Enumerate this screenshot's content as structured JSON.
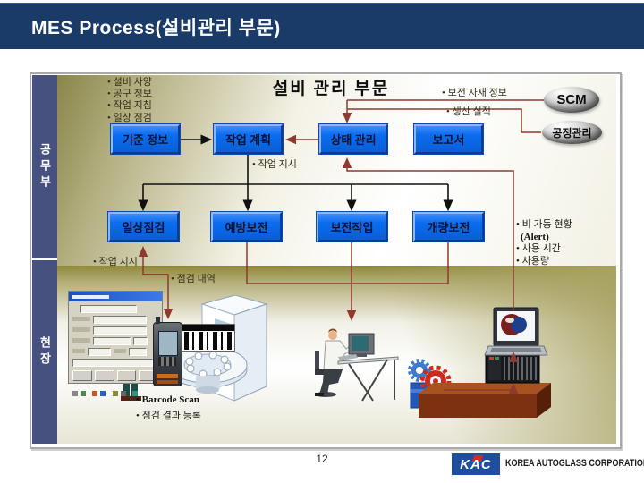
{
  "slide": {
    "title": "MES Process(설비관리 부문)",
    "page_number": "12",
    "logo_abbr": "KAC",
    "logo_company": "KOREA AUTOGLASS CORPORATION"
  },
  "sidebar": {
    "top_label": "공무부",
    "bottom_label": "현장"
  },
  "diagram": {
    "title": "설비 관리 부문",
    "top_bullets": [
      "• 설비 사양",
      "• 공구 정보",
      "• 작업 지침",
      "• 일상 점검"
    ],
    "row1": [
      "기준 정보",
      "작업 계획",
      "상태 관리",
      "보고서"
    ],
    "row2": [
      "일상점검",
      "예방보전",
      "보전작업",
      "개량보전"
    ],
    "external": {
      "scm": "SCM",
      "process_mgmt": "공정관리"
    },
    "annotations": {
      "maint_material": "• 보전 자재 정보",
      "prod_result": "• 생산 실적",
      "work_order_top": "• 작업 지시",
      "work_order_field": "• 작업 지시",
      "inspection_detail": "• 점검 내역",
      "right_1": "• 비 가동 현황",
      "right_2": "(Alert)",
      "right_3": "• 사용 시간",
      "right_4": "• 사용량",
      "barcode_scan": "• Barcode Scan",
      "inspection_register": "• 점검 결과 등록"
    },
    "colors": {
      "titlebar_navy": "#1a3a67",
      "box_blue": "#0b6cf0",
      "sidebar_blue": "#475180",
      "line_black": "#111111",
      "line_maroon": "#8e3a2e",
      "olive_background": "#8c874b"
    }
  }
}
